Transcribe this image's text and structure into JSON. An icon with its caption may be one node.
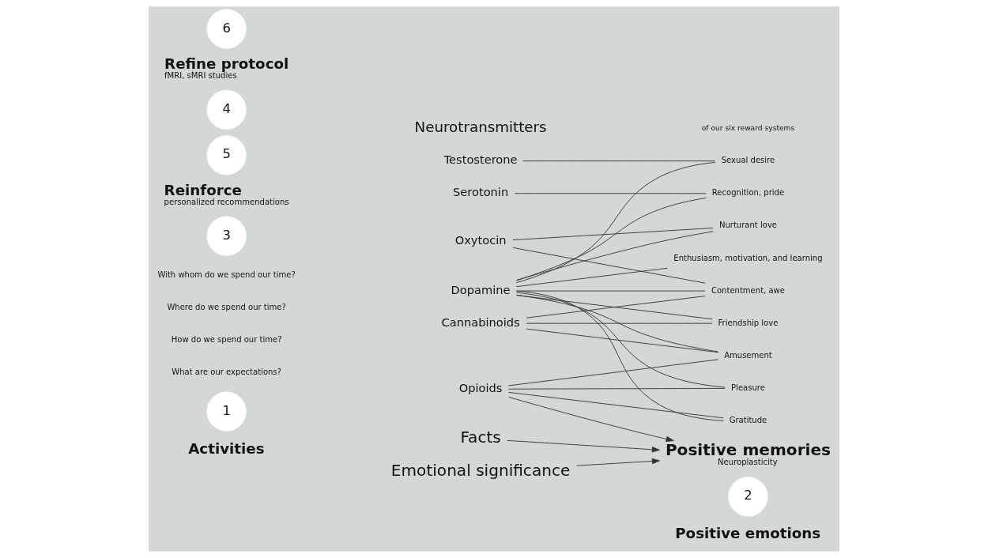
{
  "diagram": {
    "nodes": [
      {
        "text": [
          "1"
        ],
        "beside": [
          "Activities"
        ]
      },
      {
        "text": [
          "2"
        ],
        "beside": [
          "Positive emotions"
        ]
      },
      {
        "text": [
          "Dopamine"
        ]
      },
      {
        "text": [
          "Testosterone"
        ]
      },
      {
        "text": [
          "Serotonin"
        ]
      },
      {
        "text": [
          "Oxytocin"
        ]
      },
      {
        "text": [
          "Cannabinoids"
        ]
      },
      {
        "text": [
          "Opioids"
        ]
      },
      {
        "text": [
          "Enthusiasm, motivation, and learning"
        ]
      },
      {
        "text": [
          "Sexual desire"
        ]
      },
      {
        "text": [
          "Recognition, pride"
        ]
      },
      {
        "text": [
          "Nurturant love"
        ]
      },
      {
        "text": [
          "Contentment, awe"
        ]
      },
      {
        "text": [
          "Friendship love"
        ]
      },
      {
        "text": [
          "Amusement"
        ]
      },
      {
        "text": [
          "Pleasure"
        ]
      },
      {
        "text": [
          "Gratitude"
        ]
      },
      {
        "text": [
          "3"
        ]
      },
      {
        "text": [
          "Facts"
        ]
      },
      {
        "text": [
          "Emotional significance"
        ]
      },
      {
        "text": [
          "Positive memories",
          "Neuroplasticity"
        ]
      },
      {
        "text": [
          "5"
        ],
        "beside": [
          "Reinforce",
          "personalized recommendations"
        ]
      },
      {
        "text": [
          "4"
        ]
      },
      {
        "text": [
          "6"
        ],
        "beside": [
          "Refine protocol",
          "fMRI, sMRI studies"
        ]
      }
    ],
    "edges": [
      {
        "from": 2,
        "to": 8,
        "arrow": "none"
      },
      {
        "from": 2,
        "to": 9,
        "arrow": "none"
      },
      {
        "from": 2,
        "to": 10,
        "arrow": "none"
      },
      {
        "from": 2,
        "to": 11,
        "arrow": "none"
      },
      {
        "from": 2,
        "to": 12,
        "arrow": "none"
      },
      {
        "from": 2,
        "to": 13,
        "arrow": "none"
      },
      {
        "from": 2,
        "to": 14,
        "arrow": "none"
      },
      {
        "from": 2,
        "to": 15,
        "arrow": "none"
      },
      {
        "from": 2,
        "to": 16,
        "arrow": "none"
      },
      {
        "from": 3,
        "to": 9,
        "arrow": "none"
      },
      {
        "from": 4,
        "to": 10,
        "arrow": "none"
      },
      {
        "from": 5,
        "to": 11,
        "arrow": "none"
      },
      {
        "from": 5,
        "to": 12,
        "arrow": "none"
      },
      {
        "from": 6,
        "to": 12,
        "arrow": "none"
      },
      {
        "from": 6,
        "to": 13,
        "arrow": "none"
      },
      {
        "from": 6,
        "to": 14,
        "arrow": "none"
      },
      {
        "from": 7,
        "to": 14,
        "arrow": "none"
      },
      {
        "from": 7,
        "to": 15,
        "arrow": "none"
      },
      {
        "from": 7,
        "to": 16,
        "arrow": "none"
      },
      {
        "from": 18,
        "to": 20,
        "arrow": "to"
      },
      {
        "from": 7,
        "to": 20,
        "arrow": "to"
      },
      {
        "from": 19,
        "to": 20,
        "arrow": "to"
      }
    ],
    "labels": [
      "Neurotransmitters",
      "of our six reward systems",
      "How do we spend our time?",
      "With whom do we spend our time?",
      "Where do we spend our time?",
      "What are our expectations?"
    ]
  }
}
